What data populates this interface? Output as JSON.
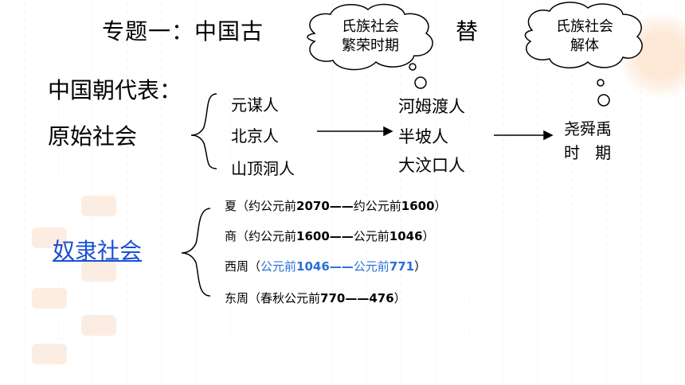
{
  "slide": {
    "title": "专题一：中国古",
    "title_end": "替",
    "dynasty_heading": "中国朝代表：",
    "primitive": {
      "heading": "原始社会",
      "early": [
        "元谋人",
        "北京人",
        "山顶洞人"
      ],
      "middle": [
        "河姆渡人",
        "半坡人",
        "大汶口人"
      ],
      "late": [
        "尧舜禹",
        "时",
        "期"
      ]
    },
    "clouds": {
      "prosperity": [
        "氏族社会",
        "繁荣时期"
      ],
      "dissolution": [
        "氏族社会",
        "解体"
      ]
    },
    "slave": {
      "heading": "奴隶社会",
      "items": [
        {
          "name": "夏",
          "p1": "（约公元前",
          "a": "2070",
          "dash": "——",
          "p2": "约公元前",
          "b": "1600",
          "end": "）"
        },
        {
          "name": "商",
          "p1": "（约公元前",
          "a": "1600",
          "dash": "——",
          "p2": "公元前",
          "b": "1046",
          "end": "）"
        },
        {
          "name": "西周",
          "p1": "（",
          "p1b": "公元前",
          "a": "1046",
          "dash": "——",
          "p2": "公元前",
          "b": "771",
          "end": "）"
        },
        {
          "name": "东周",
          "p1": "（春秋公元前",
          "a": "770",
          "dash": "——",
          "p2": "",
          "b": "476",
          "end": "）"
        }
      ]
    },
    "colors": {
      "link": "#1a4fd6",
      "highlight": "#2a6fd8",
      "decor": "#fbe6d6"
    }
  }
}
